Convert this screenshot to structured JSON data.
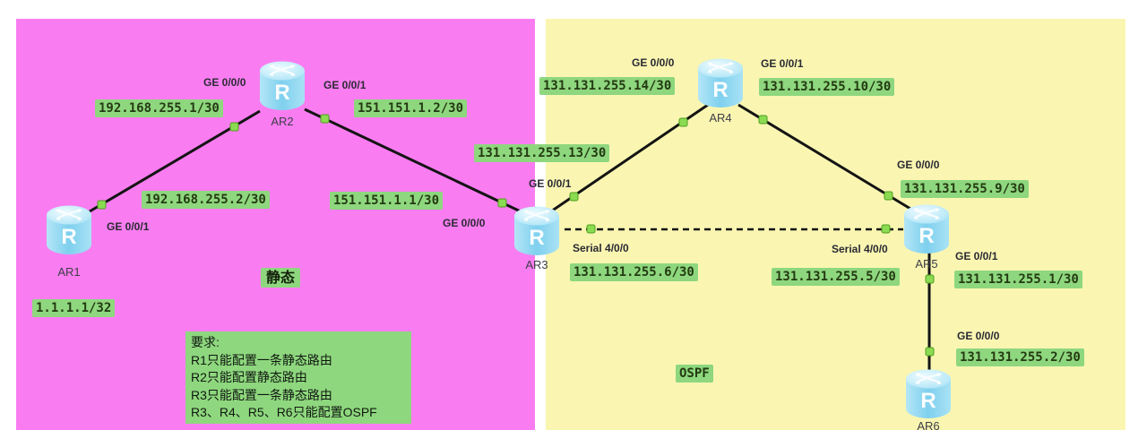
{
  "zones": {
    "static": {
      "label": "静态",
      "color": "#f97df1"
    },
    "ospf": {
      "label": "OSPF",
      "color": "#faf6b2"
    }
  },
  "routers": [
    {
      "name": "AR1"
    },
    {
      "name": "AR2"
    },
    {
      "name": "AR3"
    },
    {
      "name": "AR4"
    },
    {
      "name": "AR5"
    },
    {
      "name": "AR6"
    }
  ],
  "port_labels": [
    {
      "router": "AR2",
      "text": "GE 0/0/0"
    },
    {
      "router": "AR2",
      "text": "GE 0/0/1"
    },
    {
      "router": "AR1",
      "text": "GE 0/0/1"
    },
    {
      "router": "AR3",
      "text": "GE 0/0/0"
    },
    {
      "router": "AR3",
      "text": "GE 0/0/1"
    },
    {
      "router": "AR3",
      "text": "Serial 4/0/0"
    },
    {
      "router": "AR4",
      "text": "GE 0/0/0"
    },
    {
      "router": "AR4",
      "text": "GE 0/0/1"
    },
    {
      "router": "AR5",
      "text": "GE 0/0/0"
    },
    {
      "router": "AR5",
      "text": "Serial 4/0/0"
    },
    {
      "router": "AR5",
      "text": "GE 0/0/1"
    },
    {
      "router": "AR6",
      "text": "GE 0/0/0"
    }
  ],
  "ip_labels": [
    {
      "text": "192.168.255.1/30"
    },
    {
      "text": "151.151.1.2/30"
    },
    {
      "text": "192.168.255.2/30"
    },
    {
      "text": "151.151.1.1/30"
    },
    {
      "text": "1.1.1.1/32"
    },
    {
      "text": "131.131.255.14/30"
    },
    {
      "text": "131.131.255.10/30"
    },
    {
      "text": "131.131.255.13/30"
    },
    {
      "text": "131.131.255.9/30"
    },
    {
      "text": "131.131.255.6/30"
    },
    {
      "text": "131.131.255.5/30"
    },
    {
      "text": "131.131.255.1/30"
    },
    {
      "text": "131.131.255.2/30"
    }
  ],
  "links": [
    {
      "from": "AR1",
      "to": "AR2",
      "type": "ethernet"
    },
    {
      "from": "AR2",
      "to": "AR3",
      "type": "ethernet"
    },
    {
      "from": "AR3",
      "to": "AR4",
      "type": "ethernet"
    },
    {
      "from": "AR4",
      "to": "AR5",
      "type": "ethernet"
    },
    {
      "from": "AR3",
      "to": "AR5",
      "type": "serial-dashed"
    },
    {
      "from": "AR5",
      "to": "AR6",
      "type": "ethernet"
    }
  ],
  "requirements": {
    "title": "要求:",
    "lines": [
      "R1只能配置一条静态路由",
      "R2只能配置静态路由",
      "R3只能配置一条静态路由",
      "R3、R4、R5、R6只能配置OSPF"
    ]
  }
}
